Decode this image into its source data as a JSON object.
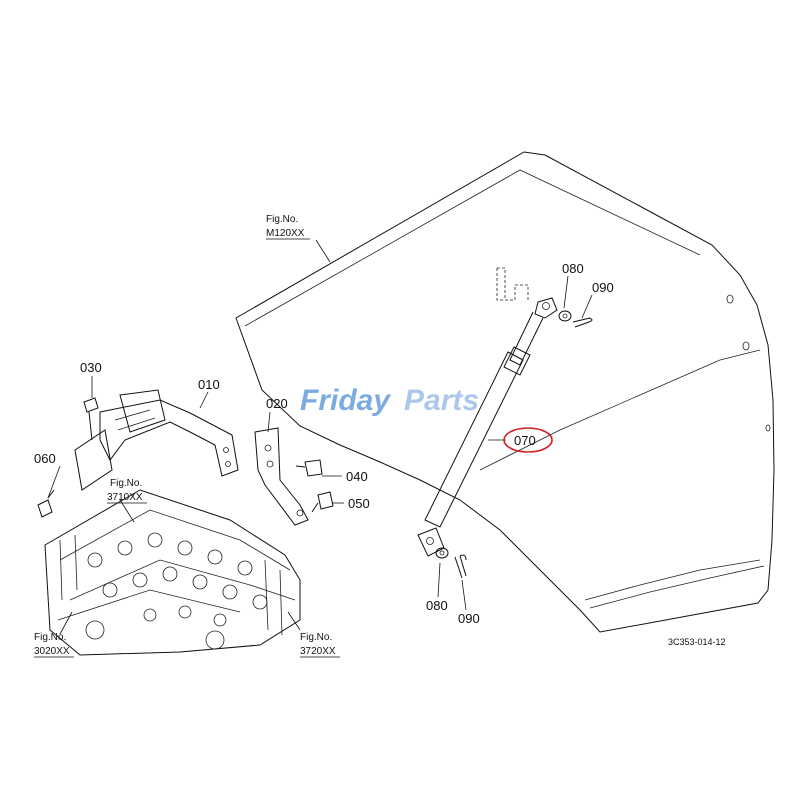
{
  "diagram": {
    "watermark": {
      "part1": "Friday",
      "part2": "Parts"
    },
    "figure_refs": [
      {
        "line1": "Fig.No.",
        "line2": "M120XX"
      },
      {
        "line1": "Fig.No.",
        "line2": "3710XX"
      },
      {
        "line1": "Fig.No.",
        "line2": "3020XX"
      },
      {
        "line1": "Fig.No.",
        "line2": "3720XX"
      }
    ],
    "part_labels": {
      "p010": "010",
      "p020": "020",
      "p030": "030",
      "p040": "040",
      "p050": "050",
      "p060": "060",
      "p070": "070",
      "p080_top": "080",
      "p090_top": "090",
      "p080_bottom": "080",
      "p090_bottom": "090"
    },
    "highlighted_part": "070",
    "highlight_color": "#d42020",
    "drawing_code": "3C353-014-12"
  }
}
